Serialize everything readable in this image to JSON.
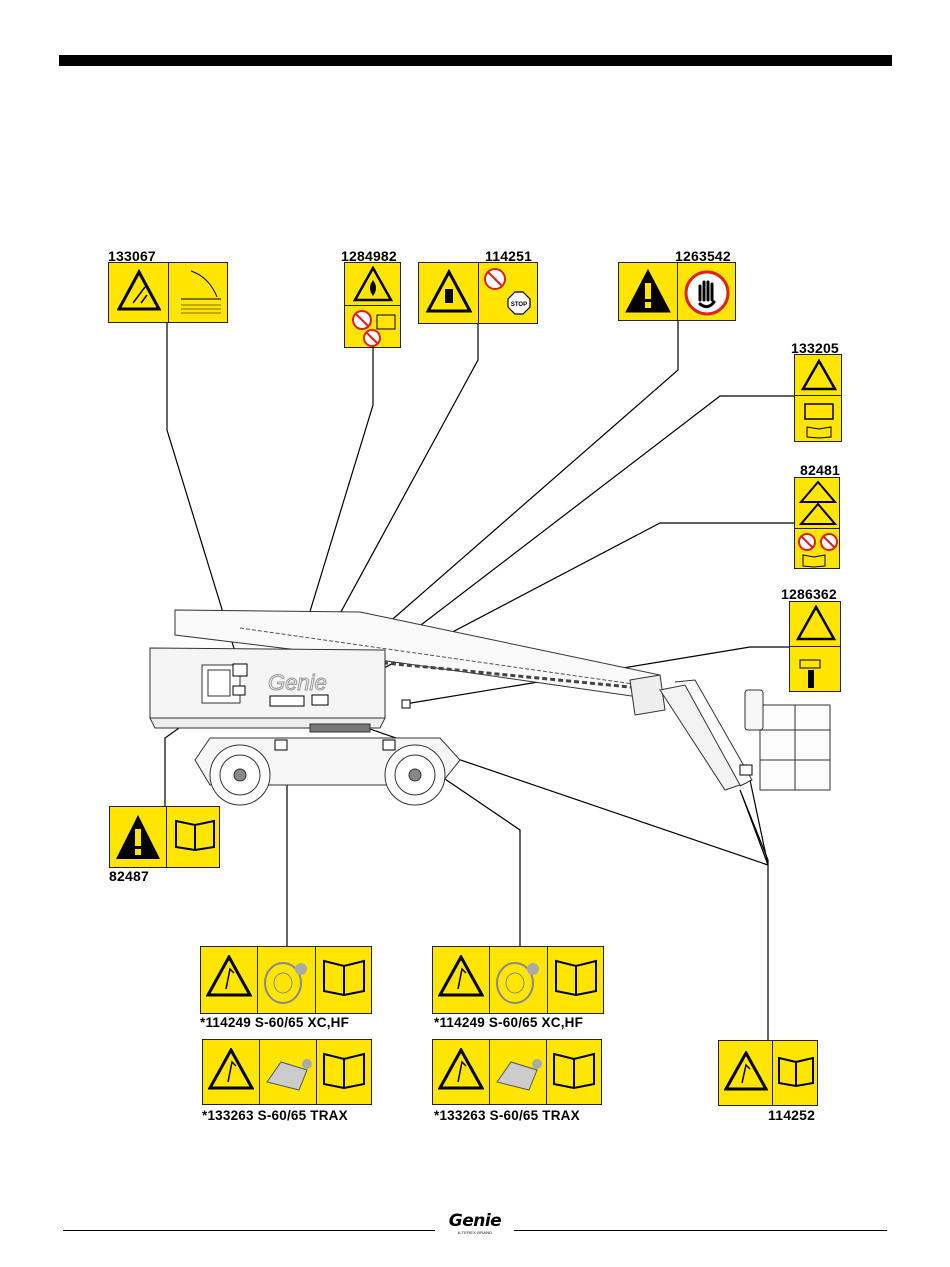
{
  "decals": {
    "d133067": "133067",
    "d1284982": "1284982",
    "d114251": "114251",
    "d1263542": "1263542",
    "d133205": "133205",
    "d82481": "82481",
    "d1286362": "1286362",
    "d82487": "82487",
    "tire_left_label": "*114249 S-60/65 XC,HF",
    "tire_right_label": "*114249 S-60/65 XC,HF",
    "trax_left_label": "*133263 S-60/65 TRAX",
    "trax_right_label": "*133263 S-60/65 TRAX",
    "d114252": "114252"
  },
  "machine": {
    "brand_on_body": "Genie"
  },
  "footer": {
    "logo_text": "Genie",
    "logo_subtext": "A TEREX BRAND"
  },
  "colors": {
    "decal_yellow": "#ffe500",
    "prohibition_red": "#e0201b",
    "ink": "#000000"
  },
  "icons": [
    "warning-triangle-icon",
    "manual-book-icon",
    "stop-hand-icon",
    "no-smoking-icon",
    "stop-sign-icon",
    "fire-hazard-icon",
    "battery-icon",
    "tire-icon",
    "track-icon",
    "platform-icon"
  ]
}
